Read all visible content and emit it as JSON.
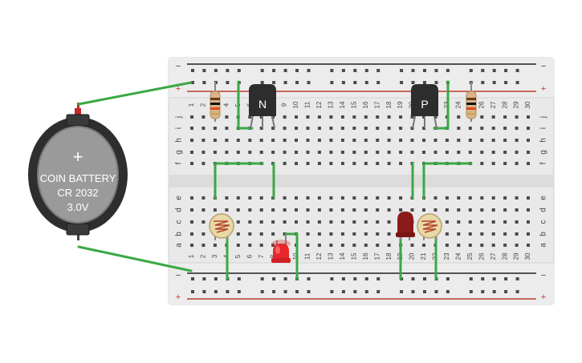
{
  "battery": {
    "line1": "COIN BATTERY",
    "line2": "CR 2032",
    "line3": "3.0V",
    "plus_symbol": "+"
  },
  "breadboard": {
    "rail_plus": "+",
    "rail_minus": "−",
    "row_labels_top": [
      "j",
      "i",
      "h",
      "g",
      "f"
    ],
    "row_labels_bottom": [
      "e",
      "d",
      "c",
      "b",
      "a"
    ],
    "column_numbers": [
      "1",
      "2",
      "3",
      "4",
      "5",
      "6",
      "7",
      "8",
      "9",
      "10",
      "11",
      "12",
      "13",
      "14",
      "15",
      "16",
      "17",
      "18",
      "19",
      "20",
      "21",
      "22",
      "23",
      "24",
      "25",
      "26",
      "27",
      "28",
      "29",
      "30"
    ]
  },
  "components": {
    "npn_label": "N",
    "pnp_label": "P"
  },
  "colors": {
    "wire": "#3aa845",
    "board": "#e8e8e8",
    "rail_red": "#c0392b",
    "led_red": "#e8262b",
    "led_dark_red": "#8b1a1a",
    "transistor": "#2d2d2d",
    "battery_body": "#333333"
  },
  "icons": [
    "coin-battery-icon",
    "npn-transistor-icon",
    "pnp-transistor-icon",
    "ldr-icon",
    "led-icon",
    "resistor-icon"
  ]
}
